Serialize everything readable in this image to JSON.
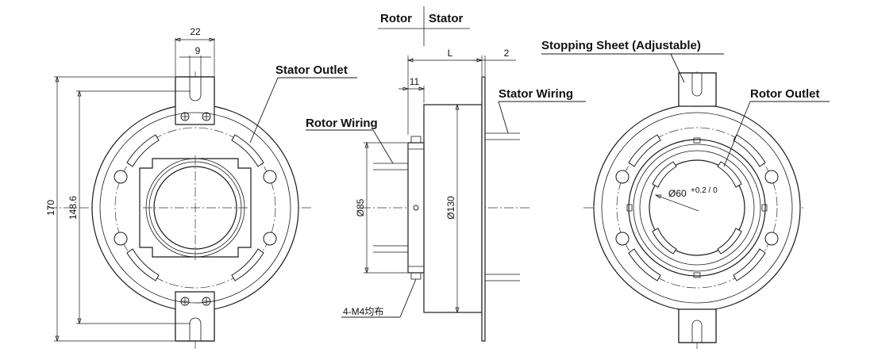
{
  "labels": {
    "rotor": "Rotor",
    "stator": "Stator",
    "stator_outlet": "Stator Outlet",
    "rotor_wiring": "Rotor Wiring",
    "stator_wiring": "Stator Wiring",
    "stopping_sheet": "Stopping Sheet (Adjustable)",
    "rotor_outlet": "Rotor Outlet",
    "mount_note": "4-M4均布"
  },
  "dimensions": {
    "tab_width": "22",
    "tab_slot": "9",
    "outer_height": "170",
    "inner_height": "148.6",
    "length": "L",
    "flange_thickness": "2",
    "rotor_offset": "11",
    "rotor_diameter": "Ø85",
    "stator_diameter": "Ø130",
    "bore_diameter": "Ø60",
    "bore_tolerance": "+0.2 / 0"
  },
  "icons": {
    "screw": "cross-recessed-screw-icon"
  }
}
